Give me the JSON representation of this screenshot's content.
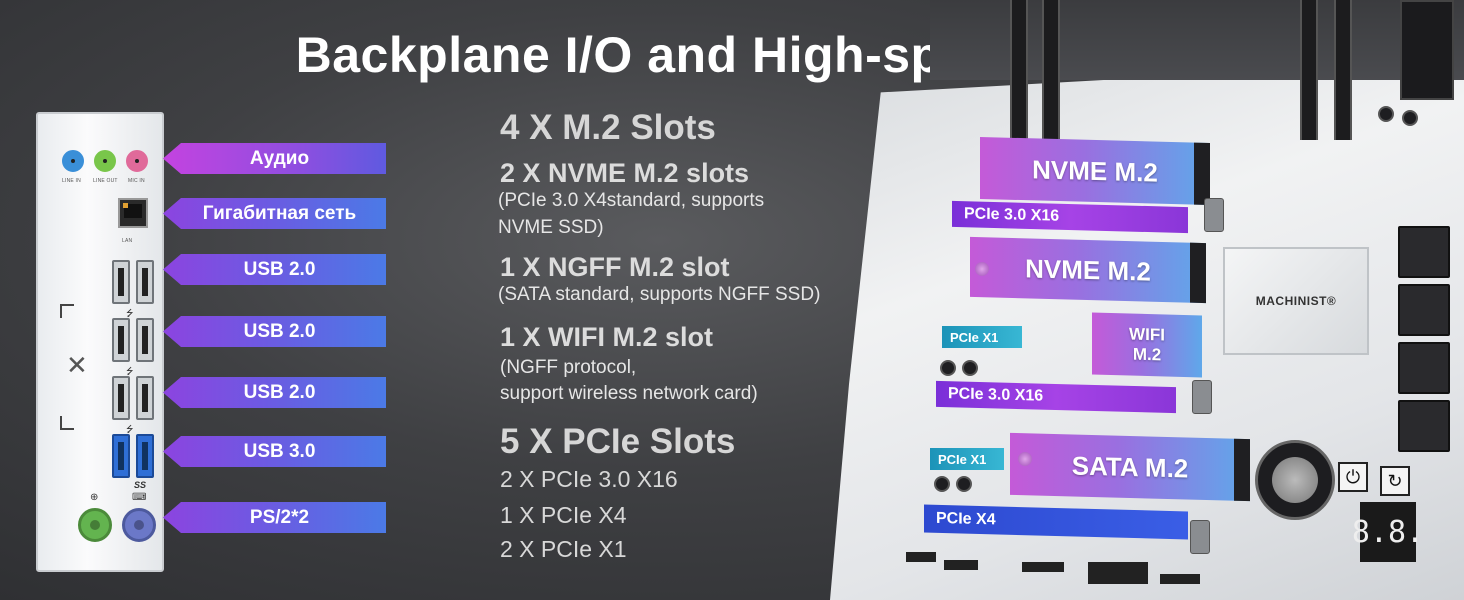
{
  "title": "Backplane I/O and High-speed Slots",
  "io_labels": [
    "Аудио",
    "Гигабитная сеть",
    "USB 2.0",
    "USB 2.0",
    "USB 2.0",
    "USB 3.0",
    "PS/2*2"
  ],
  "io_plate_text": {
    "jack1": "LINE IN",
    "jack2": "LINE OUT",
    "jack3": "MIC IN",
    "lan": "LAN",
    "usb3_symbol": "SS"
  },
  "specs": {
    "m2_heading": "4 X M.2 Slots",
    "nvme_title": "2 X NVME M.2 slots",
    "nvme_desc_1": "(PCIe 3.0 X4standard, supports",
    "nvme_desc_2": "NVME SSD)",
    "ngff_title": "1 X NGFF M.2 slot",
    "ngff_desc": "(SATA standard, supports NGFF SSD)",
    "wifi_title": "1 X WIFI M.2 slot",
    "wifi_desc_1": "(NGFF protocol,",
    "wifi_desc_2": "support wireless network card)",
    "pcie_heading": "5 X PCIe Slots",
    "pcie_items": [
      "2 X PCIe 3.0 X16",
      "1 X PCIe X4",
      "2 X PCIe X1"
    ]
  },
  "board": {
    "nvme1": "NVME M.2",
    "nvme2": "NVME M.2",
    "wifi_line1": "WIFI",
    "wifi_line2": "M.2",
    "sata": "SATA M.2",
    "pcie_x16_a": "PCIe 3.0 X16",
    "pcie_x16_b": "PCIe 3.0 X16",
    "pcie_x1_a": "PCIe X1",
    "pcie_x1_b": "PCIe X1",
    "pcie_x4": "PCIe X4",
    "chipset_logo": "MACHINIST®",
    "debug_display": "8.8."
  },
  "colors": {
    "label_purple": "#c443e0",
    "label_blue": "#4b7ae6",
    "slot_purple": "#a643e6",
    "slot_blue": "#3a5ee6",
    "m2_gradient_end": "#5fa8ea"
  }
}
